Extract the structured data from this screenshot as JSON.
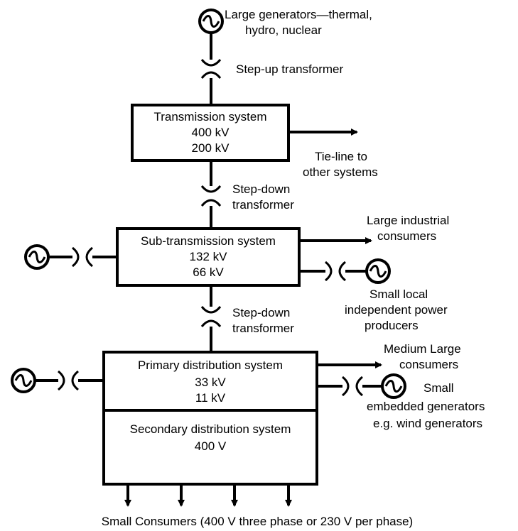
{
  "top_generator": {
    "label_line1": "Large generators—thermal,",
    "label_line2": "hydro, nuclear"
  },
  "step_up": {
    "label": "Step-up transformer"
  },
  "transmission": {
    "title": "Transmission system",
    "line1": "400 kV",
    "line2": "200 kV"
  },
  "tieline": {
    "line1": "Tie-line to",
    "line2": "other systems"
  },
  "step_down_1": {
    "line1": "Step-down",
    "line2": "transformer"
  },
  "subtransmission": {
    "title": "Sub-transmission system",
    "line1": "132 kV",
    "line2": "66 kV"
  },
  "large_industrial": {
    "line1": "Large industrial",
    "line2": "consumers"
  },
  "small_local": {
    "line1": "Small local",
    "line2": "independent power",
    "line3": "producers"
  },
  "step_down_2": {
    "line1": "Step-down",
    "line2": "transformer"
  },
  "primary": {
    "title": "Primary distribution system",
    "line1": "33 kV",
    "line2": "11 kV"
  },
  "medium_large": {
    "line1": "Medium Large",
    "line2": "consumers"
  },
  "embedded": {
    "line1": "Small",
    "line2": "embedded generators",
    "line3": "e.g. wind generators"
  },
  "secondary": {
    "title": "Secondary distribution system",
    "line1": "400 V"
  },
  "small_consumers": {
    "label": "Small Consumers (400 V three phase or 230 V per phase)"
  }
}
